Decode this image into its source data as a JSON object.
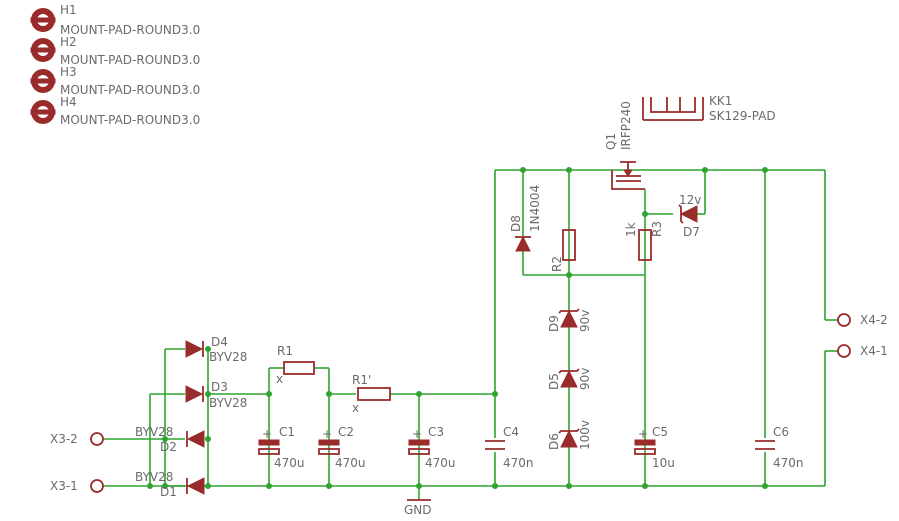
{
  "colors": {
    "wire": "#2fa32f",
    "symbol": "#9a2b2b",
    "text": "#6b6b6b",
    "background": "#ffffff"
  },
  "mount_pads": [
    {
      "ref": "H1",
      "value": "MOUNT-PAD-ROUND3.0"
    },
    {
      "ref": "H2",
      "value": "MOUNT-PAD-ROUND3.0"
    },
    {
      "ref": "H3",
      "value": "MOUNT-PAD-ROUND3.0"
    },
    {
      "ref": "H4",
      "value": "MOUNT-PAD-ROUND3.0"
    }
  ],
  "components": {
    "kk1": {
      "ref": "KK1",
      "value": "SK129-PAD"
    },
    "q1": {
      "ref": "Q1",
      "value": "IRFP240"
    },
    "d7": {
      "ref": "D7",
      "value": "12v"
    },
    "d8": {
      "ref": "D8",
      "value": "1N4004"
    },
    "r2": {
      "ref": "R2",
      "value": ""
    },
    "r3": {
      "ref": "R3",
      "value": "1k"
    },
    "d9": {
      "ref": "D9",
      "value": "90v"
    },
    "d5": {
      "ref": "D5",
      "value": "90v"
    },
    "d6": {
      "ref": "D6",
      "value": "100v"
    },
    "d4": {
      "ref": "D4",
      "value": "BYV28"
    },
    "d3": {
      "ref": "D3",
      "value": "BYV28"
    },
    "d2": {
      "ref": "D2",
      "value": "BYV28"
    },
    "d1": {
      "ref": "D1",
      "value": "BYV28"
    },
    "r1": {
      "ref": "R1",
      "value": "x"
    },
    "r1b": {
      "ref": "R1'",
      "value": "x"
    },
    "c1": {
      "ref": "C1",
      "value": "470u"
    },
    "c2": {
      "ref": "C2",
      "value": "470u"
    },
    "c3": {
      "ref": "C3",
      "value": "470u"
    },
    "c4": {
      "ref": "C4",
      "value": "470n"
    },
    "c5": {
      "ref": "C5",
      "value": "10u"
    },
    "c6": {
      "ref": "C6",
      "value": "470n"
    }
  },
  "connectors": {
    "x3_2": "X3-2",
    "x3_1": "X3-1",
    "x4_2": "X4-2",
    "x4_1": "X4-1"
  },
  "gnd_label": "GND"
}
